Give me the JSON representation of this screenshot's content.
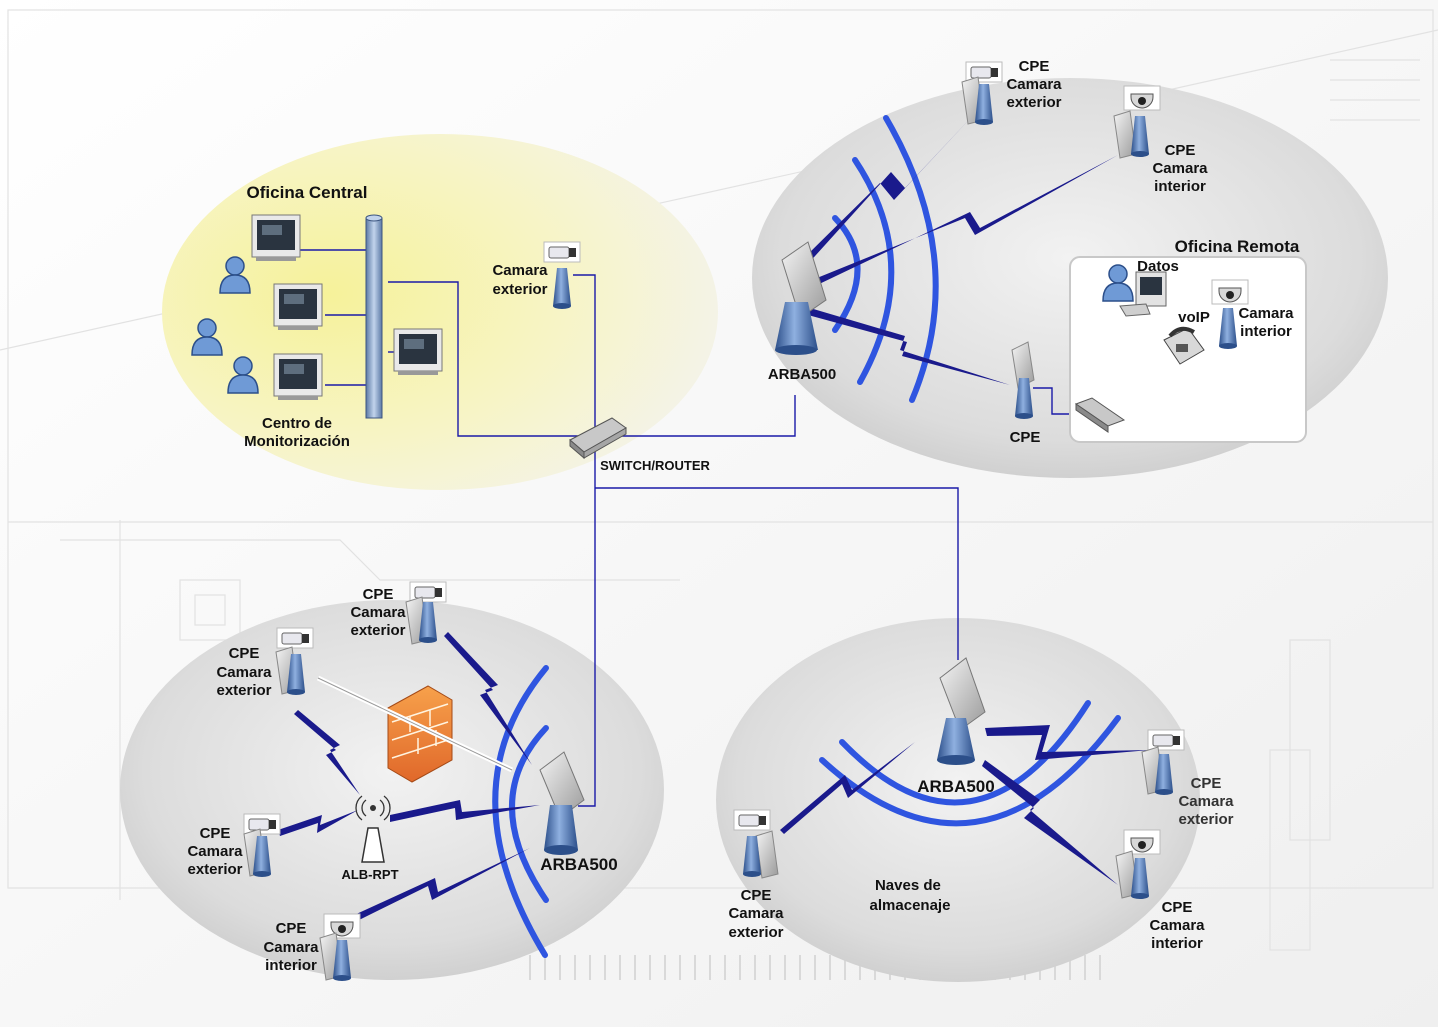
{
  "zones": {
    "central": "Oficina Central",
    "remote": "Oficina Remota",
    "warehouse": "Naves de almacenaje"
  },
  "labels": {
    "monitoring_line1": "Centro de",
    "monitoring_line2": "Monitorización",
    "switch": "SWITCH/ROUTER",
    "arba_a": "ARBA500",
    "arba_b": "ARBA500",
    "arba_c": "ARBA500",
    "central_cam_line1": "Camara",
    "central_cam_line2": "exterior",
    "remote_cpe": "CPE",
    "datos": "Datos",
    "voip": "voIP",
    "remote_cam_line1": "Camara",
    "remote_cam_line2": "interior",
    "alb": "ALB-RPT"
  },
  "cpe_nodes": [
    {
      "l1": "CPE",
      "l2": "Camara",
      "l3": "exterior"
    },
    {
      "l1": "CPE",
      "l2": "Camara",
      "l3": "interior"
    },
    {
      "l1": "CPE",
      "l2": "Camara",
      "l3": "exterior"
    },
    {
      "l1": "CPE",
      "l2": "Camara",
      "l3": "exterior"
    },
    {
      "l1": "CPE",
      "l2": "Camara",
      "l3": "exterior"
    },
    {
      "l1": "CPE",
      "l2": "Camara",
      "l3": "interior"
    },
    {
      "l1": "CPE",
      "l2": "Camara",
      "l3": "exterior"
    },
    {
      "l1": "CPE",
      "l2": "Camara",
      "l3": "exterior"
    },
    {
      "l1": "CPE",
      "l2": "Camara",
      "l3": "interior"
    }
  ],
  "colors": {
    "wire": "#1a1aa8",
    "wave": "#2f55e0",
    "central_zone": "#f6f29a",
    "zone_grey": "#c9c9c9",
    "firewall": "#f08c3a"
  }
}
